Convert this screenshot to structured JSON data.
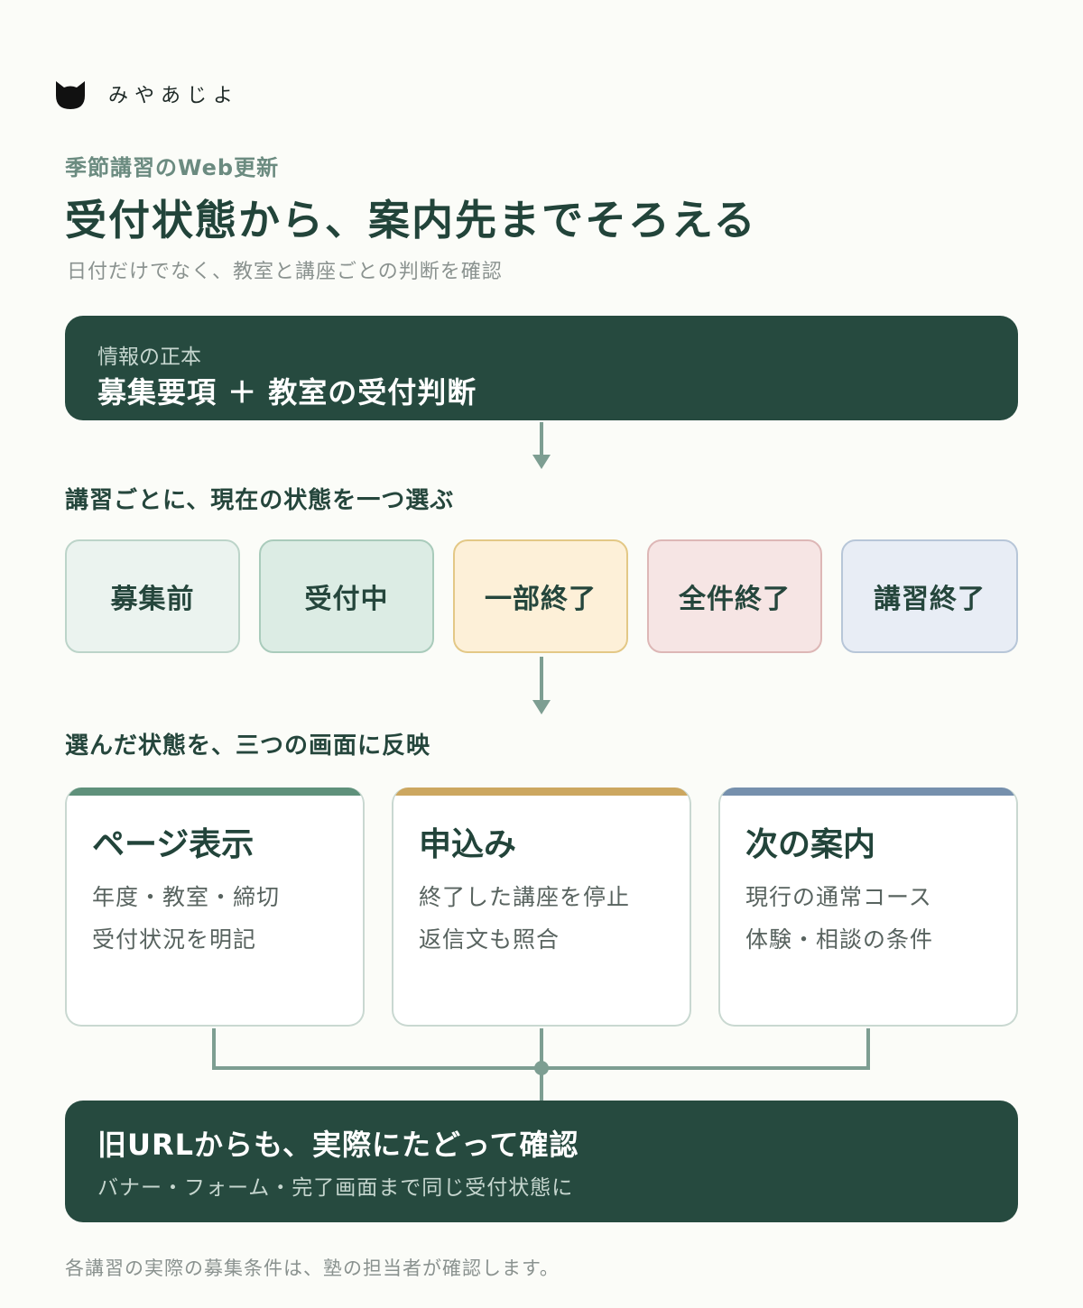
{
  "brand": {
    "name": "みやあじよ",
    "icon": "cat-icon"
  },
  "header": {
    "kicker": "季節講習のWeb更新",
    "title": "受付状態から、案内先までそろえる",
    "subtitle": "日付だけでなく、教室と講座ごとの判断を確認"
  },
  "source": {
    "label": "情報の正本",
    "value": "募集要項 ＋ 教室の受付判断"
  },
  "status_section": {
    "heading": "講習ごとに、現在の状態を一つ選ぶ",
    "items": [
      {
        "label": "募集前",
        "bg": "#ebf3ef",
        "border": "#bcd4c9"
      },
      {
        "label": "受付中",
        "bg": "#dcece4",
        "border": "#a9cbbb"
      },
      {
        "label": "一部終了",
        "bg": "#fdf0d8",
        "border": "#e3c886"
      },
      {
        "label": "全件終了",
        "bg": "#f6e5e4",
        "border": "#ddb7b6"
      },
      {
        "label": "講習終了",
        "bg": "#e8edf5",
        "border": "#b7c6d8"
      }
    ]
  },
  "screens_section": {
    "heading": "選んだ状態を、三つの画面に反映",
    "cards": [
      {
        "title": "ページ表示",
        "lines": [
          "年度・教室・締切",
          "受付状況を明記"
        ],
        "accent": "#5f917b"
      },
      {
        "title": "申込み",
        "lines": [
          "終了した講座を停止",
          "返信文も照合"
        ],
        "accent": "#cca760"
      },
      {
        "title": "次の案内",
        "lines": [
          "現行の通常コース",
          "体験・相談の条件"
        ],
        "accent": "#7690ad"
      }
    ]
  },
  "result": {
    "title": "旧URLからも、実際にたどって確認",
    "subtitle": "バナー・フォーム・完了画面まで同じ受付状態に"
  },
  "footer": "各講習の実際の募集条件は、塾の担当者が確認します。",
  "colors": {
    "dark": "#264a3f",
    "connector": "#7d9e92",
    "background": "#fbfcf8"
  }
}
